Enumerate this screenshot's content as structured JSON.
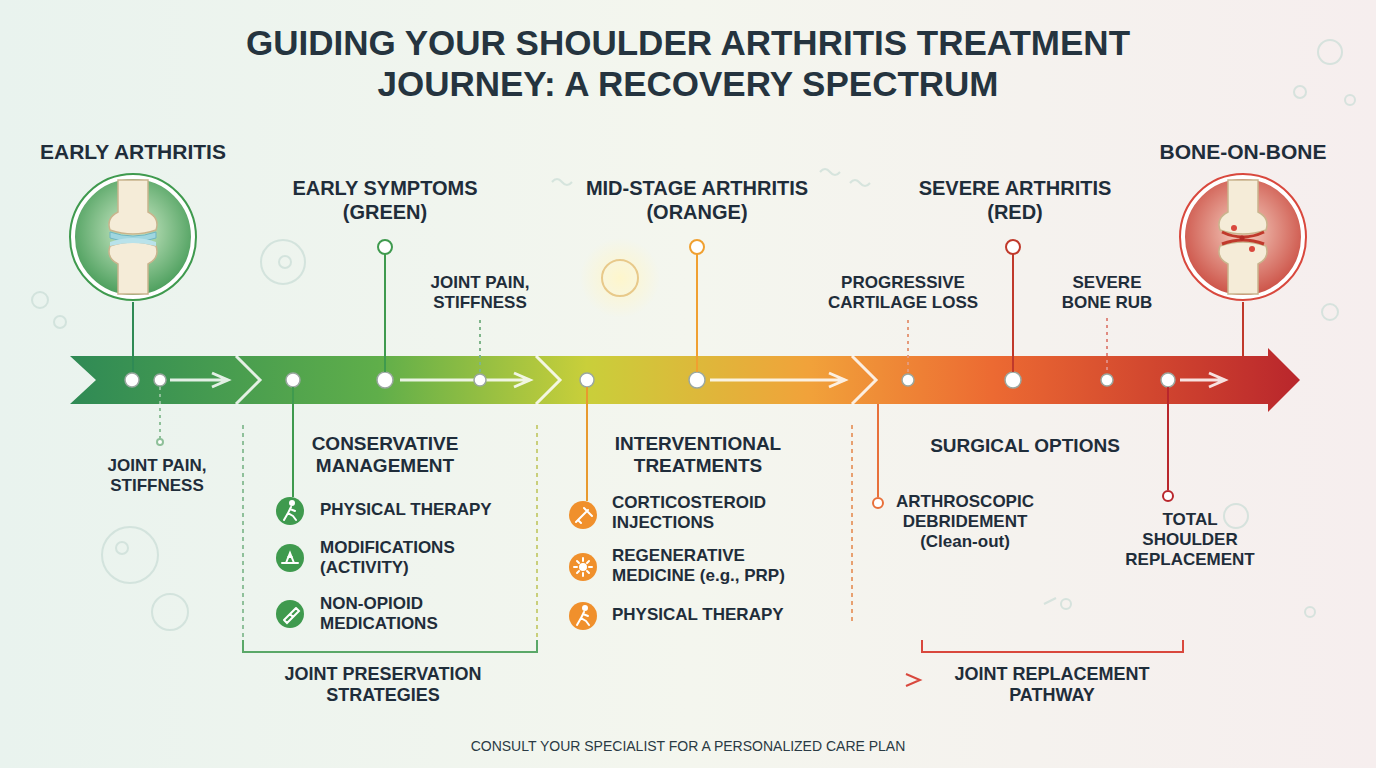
{
  "diagram": {
    "title": "GUIDING YOUR SHOULDER ARTHRITIS TREATMENT JOURNEY: A RECOVERY SPECTRUM",
    "caption": "CONSULT YOUR SPECIALIST FOR A PERSONALIZED CARE PLAN",
    "nodes": [
      {
        "text": [
          "EARLY ARTHRITIS"
        ]
      },
      {
        "text": [
          "BONE-ON-BONE"
        ]
      }
    ],
    "labels": [
      "EARLY SYMPTOMS (GREEN)",
      "MID-STAGE ARTHRITIS (ORANGE)",
      "SEVERE ARTHRITIS (RED)",
      "JOINT PAIN, STIFFNESS",
      "PROGRESSIVE CARTILAGE LOSS",
      "SEVERE BONE RUB",
      "JOINT PAIN, STIFFNESS",
      "CONSERVATIVE MANAGEMENT",
      "PHYSICAL THERAPY",
      "MODIFICATIONS (ACTIVITY)",
      "NON-OPIOID MEDICATIONS",
      "INTERVENTIONAL TREATMENTS",
      "CORTICOSTEROID INJECTIONS",
      "REGENERATIVE MEDICINE (e.g., PRP)",
      "PHYSICAL THERAPY",
      "SURGICAL OPTIONS",
      "ARTHROSCOPIC DEBRIDEMENT (Clean-out)",
      "TOTAL SHOULDER REPLACEMENT",
      "JOINT PRESERVATION STRATEGIES",
      "JOINT REPLACEMENT PATHWAY"
    ]
  }
}
